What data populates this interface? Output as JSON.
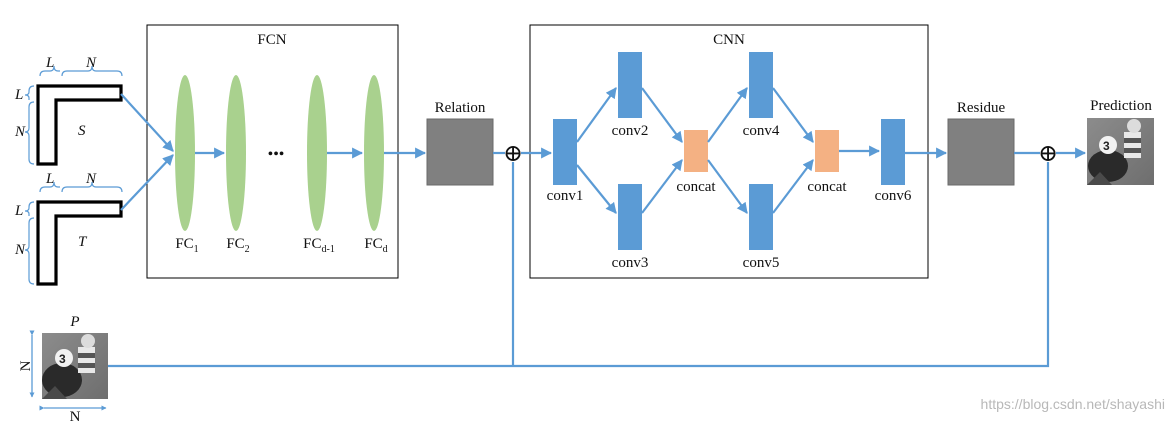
{
  "labels": {
    "fcn": "FCN",
    "cnn": "CNN",
    "relation": "Relation",
    "residue": "Residue",
    "prediction": "Prediction",
    "ellipsis": "•••",
    "oplus": "⊕",
    "S": "S",
    "T": "T",
    "P": "P",
    "L": "L",
    "N": "N"
  },
  "fc_layers": [
    {
      "base": "FC",
      "sub": "1"
    },
    {
      "base": "FC",
      "sub": "2"
    },
    {
      "base": "FC",
      "sub": "d-1"
    },
    {
      "base": "FC",
      "sub": "d"
    }
  ],
  "conv_layers": [
    "conv1",
    "conv2",
    "conv3",
    "conv4",
    "conv5",
    "conv6"
  ],
  "concat_layers": [
    "concat",
    "concat"
  ],
  "watermark": "https://blog.csdn.net/shayashi",
  "colors": {
    "arrow": "#5b9bd5",
    "conv": "#5b9bd5",
    "concat": "#f4b183",
    "fc": "#a9d18e",
    "relation_map": "#7f7f7f",
    "residue_map": "#7f7f7f",
    "frame": "#000000"
  }
}
